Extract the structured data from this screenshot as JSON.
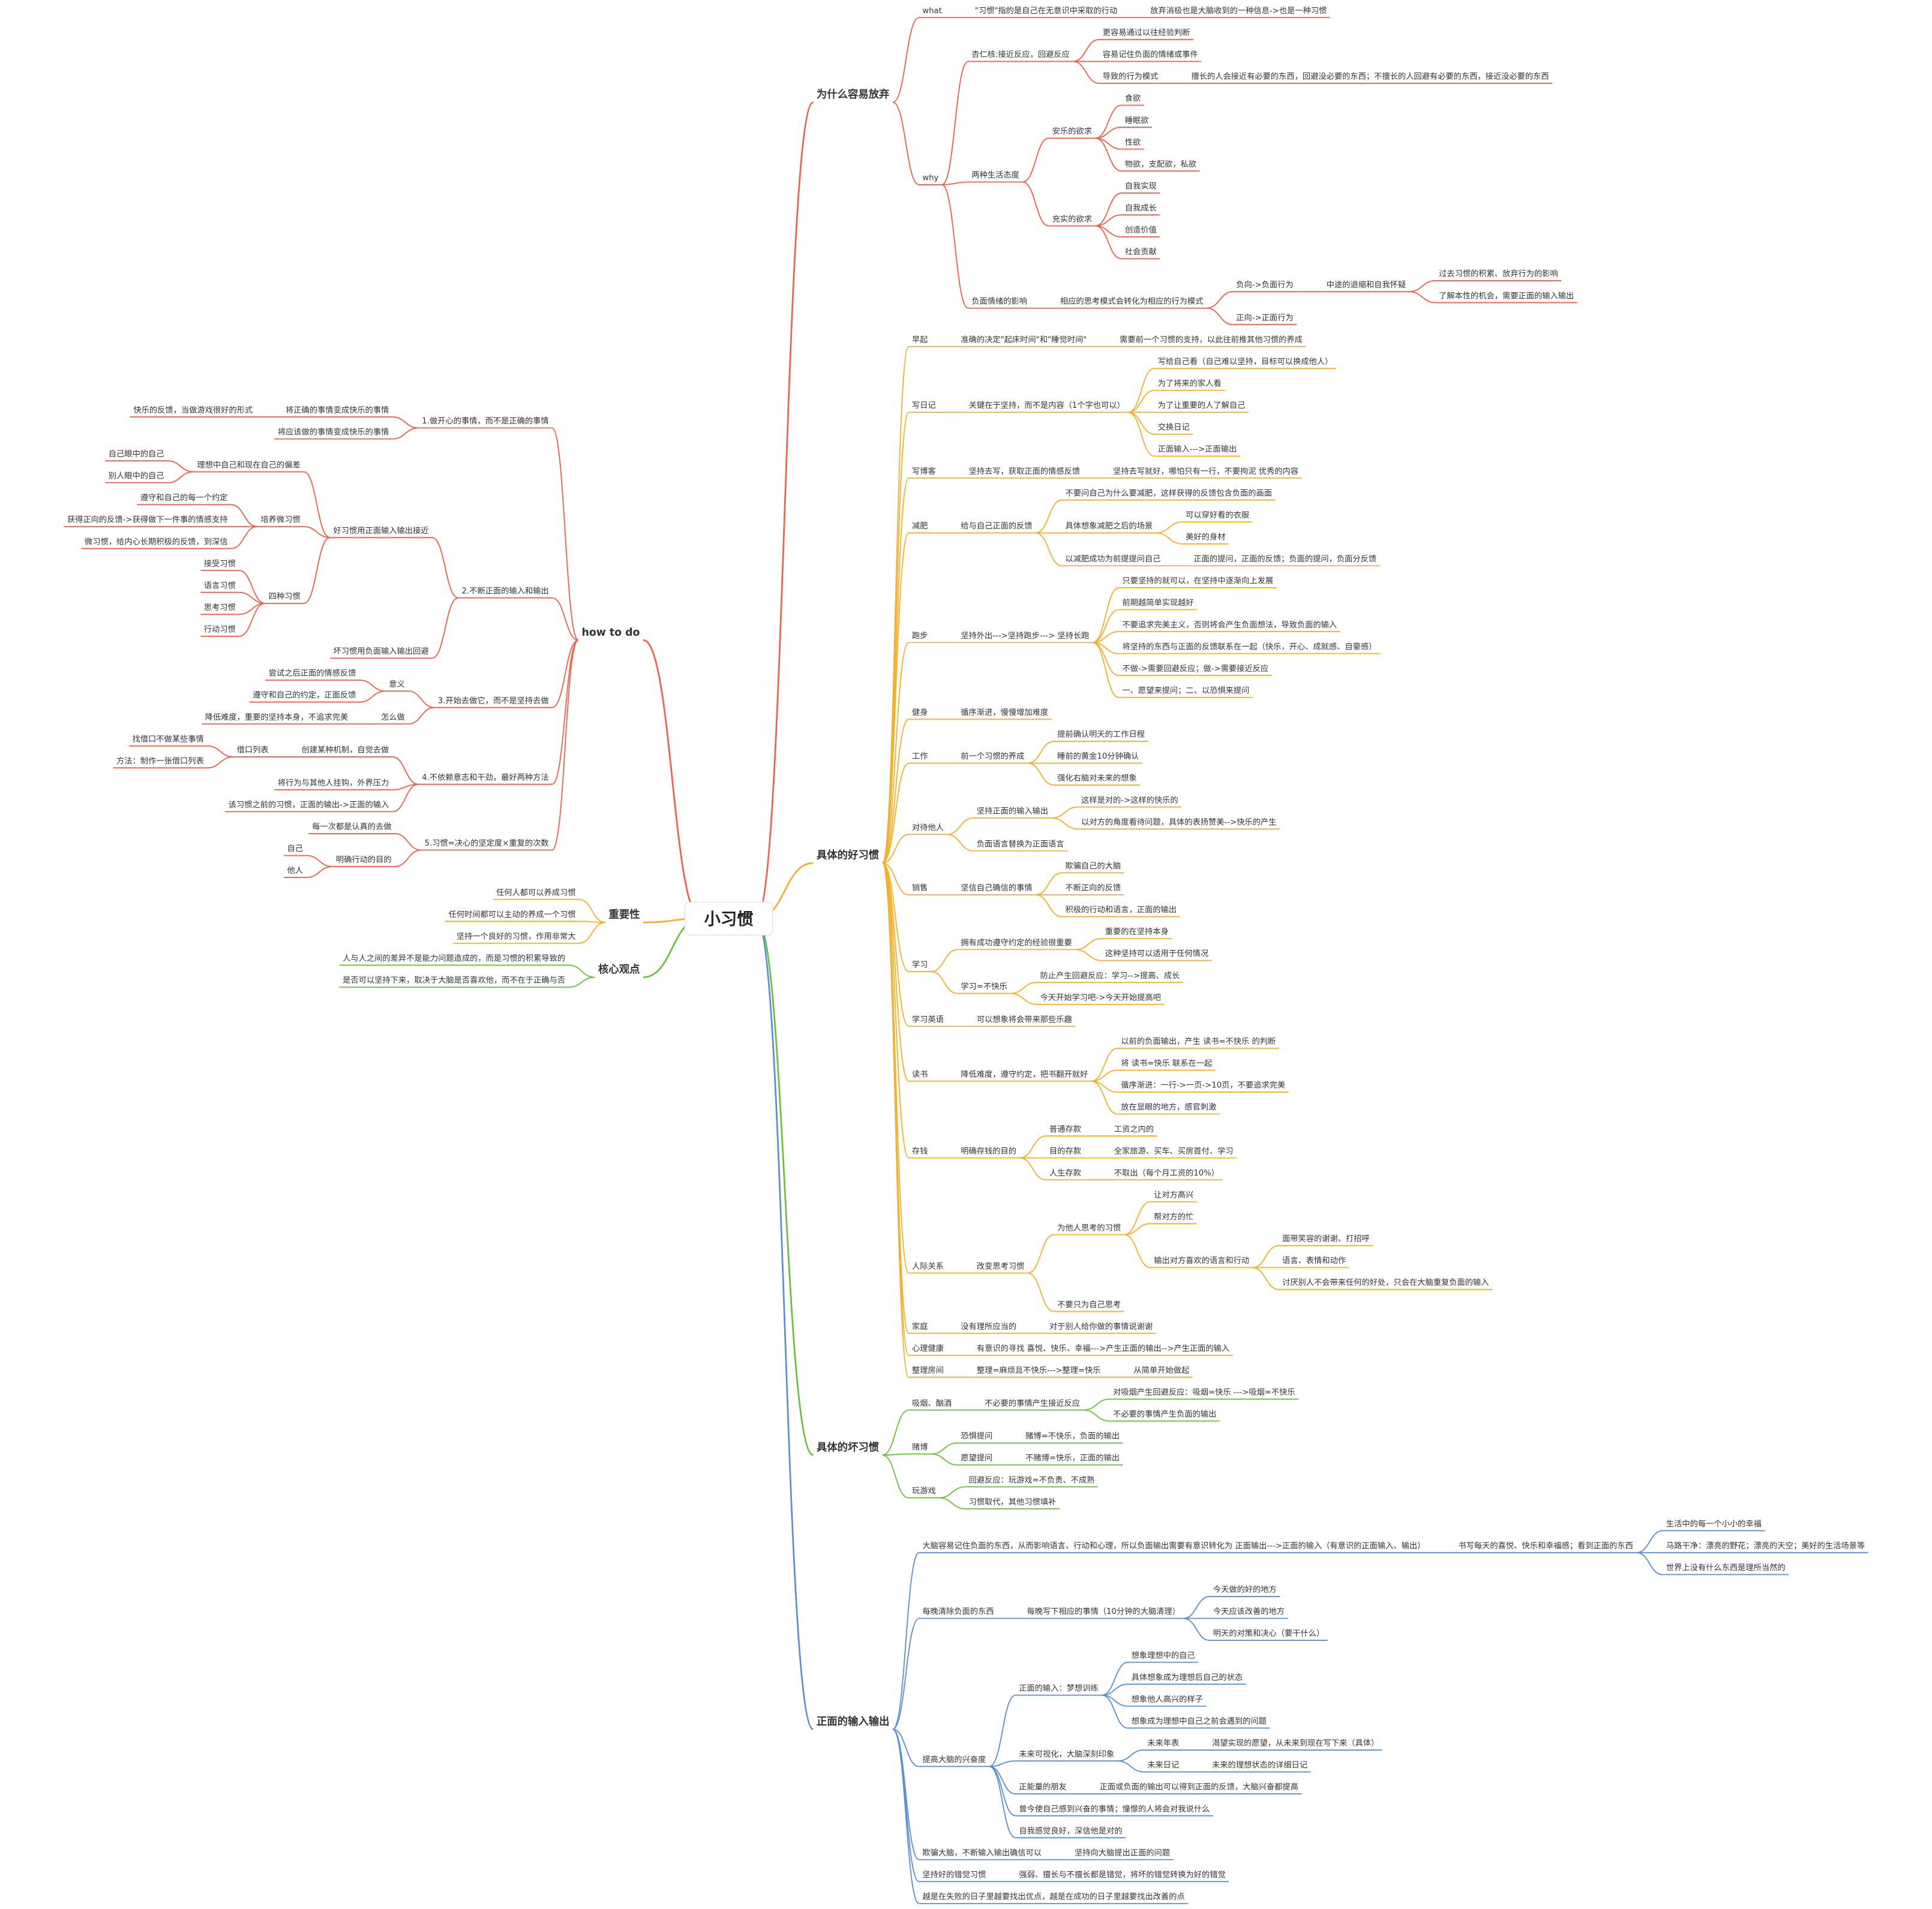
{
  "colors": {
    "branch1": "#f0604a",
    "branch2": "#f5b02b",
    "branch3": "#6cbf3e",
    "branch4": "#5a8fd6",
    "branch5": "#f0604a",
    "branch6": "#f5b02b",
    "branch7": "#6cbf3e",
    "text": "#333333",
    "root_bg": "#ffffff"
  },
  "root": "小习惯",
  "right": [
    {
      "t": "为什么容易放弃",
      "c": [
        {
          "t": "what",
          "c": [
            {
              "t": "\"习惯\"指的是自己在无意识中采取的行动",
              "c": [
                {
                  "t": "放弃消极也是大脑收到的一种信息->也是一种习惯"
                }
              ]
            }
          ]
        },
        {
          "t": "why",
          "c": [
            {
              "t": "杏仁核:接近反应，回避反应",
              "c": [
                {
                  "t": "更容易通过以往经验判断"
                },
                {
                  "t": "容易记住负面的情绪或事件"
                },
                {
                  "t": "导致的行为模式",
                  "c": [
                    {
                      "t": "擅长的人会接近有必要的东西，回避没必要的东西；不擅长的人回避有必要的东西，接近没必要的东西"
                    }
                  ]
                }
              ]
            },
            {
              "t": "两种生活态度",
              "c": [
                {
                  "t": "安乐的欲求",
                  "c": [
                    {
                      "t": "食欲"
                    },
                    {
                      "t": "睡眠欲"
                    },
                    {
                      "t": "性欲"
                    },
                    {
                      "t": "物欲，支配欲，私欲"
                    }
                  ]
                },
                {
                  "t": "充实的欲求",
                  "c": [
                    {
                      "t": "自我实现"
                    },
                    {
                      "t": "自我成长"
                    },
                    {
                      "t": "创造价值"
                    },
                    {
                      "t": "社会贡献"
                    }
                  ]
                }
              ]
            },
            {
              "t": "负面情绪的影响",
              "c": [
                {
                  "t": "相应的思考模式会转化为相应的行为模式",
                  "c": [
                    {
                      "t": "负向->负面行为",
                      "c": [
                        {
                          "t": "中途的退缩和自我怀疑",
                          "c": [
                            {
                              "t": "过去习惯的积累、放弃行为的影响"
                            },
                            {
                              "t": "了解本性的机会，需要正面的输入输出"
                            }
                          ]
                        }
                      ]
                    },
                    {
                      "t": "正向->正面行为"
                    }
                  ]
                }
              ]
            }
          ]
        }
      ]
    },
    {
      "t": "具体的好习惯",
      "c": [
        {
          "t": "早起",
          "c": [
            {
              "t": "准确的决定\"起床时间\"和\"睡觉时间\"",
              "c": [
                {
                  "t": "需要前一个习惯的支持，以此往前推其他习惯的养成"
                }
              ]
            }
          ]
        },
        {
          "t": "写日记",
          "c": [
            {
              "t": "关键在于坚持，而不是内容（1个字也可以）",
              "c": [
                {
                  "t": "写给自己看（自己难以坚持，目标可以换成他人）"
                },
                {
                  "t": "为了将来的家人看"
                },
                {
                  "t": "为了让重要的人了解自己"
                },
                {
                  "t": "交换日记"
                },
                {
                  "t": "正面输入--->正面输出"
                }
              ]
            }
          ]
        },
        {
          "t": "写博客",
          "c": [
            {
              "t": "坚持去写，获取正面的情感反馈",
              "c": [
                {
                  "t": "坚持去写就好，哪怕只有一行，不要拘泥 优秀的内容"
                }
              ]
            }
          ]
        },
        {
          "t": "减肥",
          "c": [
            {
              "t": "给与自己正面的反馈",
              "c": [
                {
                  "t": "不要问自己为什么要减肥，这样获得的反馈包含负面的画面"
                },
                {
                  "t": "具体想象减肥之后的场景",
                  "c": [
                    {
                      "t": "可以穿好看的衣服"
                    },
                    {
                      "t": "美好的身材"
                    }
                  ]
                },
                {
                  "t": "以减肥成功为前提提问自己",
                  "c": [
                    {
                      "t": "正面的提问，正面的反馈；负面的提问，负面分反馈"
                    }
                  ]
                }
              ]
            }
          ]
        },
        {
          "t": "跑步",
          "c": [
            {
              "t": "坚持外出--->坚持跑步---> 坚持长跑",
              "c": [
                {
                  "t": "只要坚持的就可以，在坚持中逐渐向上发展"
                },
                {
                  "t": "前期越简单实现越好"
                },
                {
                  "t": "不要追求完美主义，否则将会产生负面想法，导致负面的输入"
                },
                {
                  "t": "将坚持的东西与正面的反馈联系在一起（快乐，开心、成就感、自豪感）"
                },
                {
                  "t": "不做->需要回避反应；做->需要接近反应"
                },
                {
                  "t": "一、愿望来提问；二、以恐惧来提问"
                }
              ]
            }
          ]
        },
        {
          "t": "健身",
          "c": [
            {
              "t": "循序渐进，慢慢增加难度"
            }
          ]
        },
        {
          "t": "工作",
          "c": [
            {
              "t": "前一个习惯的养成",
              "c": [
                {
                  "t": "提前确认明天的工作日程"
                },
                {
                  "t": "睡前的黄金10分钟确认"
                },
                {
                  "t": "强化右脑对未来的想象"
                }
              ]
            }
          ]
        },
        {
          "t": "对待他人",
          "c": [
            {
              "t": "坚持正面的输入输出",
              "c": [
                {
                  "t": "这样是对的->这样的快乐的"
                },
                {
                  "t": "以对方的角度看待问题，具体的表扬赞美-->快乐的产生"
                }
              ]
            },
            {
              "t": "负面语言替换为正面语言"
            }
          ]
        },
        {
          "t": "销售",
          "c": [
            {
              "t": "坚信自己确信的事情",
              "c": [
                {
                  "t": "欺骗自己的大脑"
                },
                {
                  "t": "不断正向的反馈"
                },
                {
                  "t": "积极的行动和语言，正面的输出"
                }
              ]
            }
          ]
        },
        {
          "t": "学习",
          "c": [
            {
              "t": "拥有成功遵守约定的经验很重要",
              "c": [
                {
                  "t": "重要的在坚持本身"
                },
                {
                  "t": "这种坚持可以适用于任何情况"
                }
              ]
            },
            {
              "t": "学习=不快乐",
              "c": [
                {
                  "t": "防止产生回避反应：学习-->提高、成长"
                },
                {
                  "t": "今天开始学习吧->今天开始提高吧"
                }
              ]
            }
          ]
        },
        {
          "t": "学习英语",
          "c": [
            {
              "t": "可以想象将会带来那些乐趣"
            }
          ]
        },
        {
          "t": "读书",
          "c": [
            {
              "t": "降低难度，遵守约定，把书翻开就好",
              "c": [
                {
                  "t": "以前的负面输出，产生 读书=不快乐 的判断"
                },
                {
                  "t": "将 读书=快乐 联系在一起"
                },
                {
                  "t": "循序渐进：一行->一页->10页，不要追求完美"
                },
                {
                  "t": "放在显眼的地方，感官刺激"
                }
              ]
            }
          ]
        },
        {
          "t": "存钱",
          "c": [
            {
              "t": "明确存钱的目的",
              "c": [
                {
                  "t": "普通存款",
                  "c": [
                    {
                      "t": "工资之内的"
                    }
                  ]
                },
                {
                  "t": "目的存款",
                  "c": [
                    {
                      "t": "全家旅游、买车、买房首付、学习"
                    }
                  ]
                },
                {
                  "t": "人生存款",
                  "c": [
                    {
                      "t": "不取出（每个月工资的10%）"
                    }
                  ]
                }
              ]
            }
          ]
        },
        {
          "t": "人际关系",
          "c": [
            {
              "t": "改变思考习惯",
              "c": [
                {
                  "t": "为他人思考的习惯",
                  "c": [
                    {
                      "t": "让对方高兴"
                    },
                    {
                      "t": "帮对方的忙"
                    },
                    {
                      "t": "输出对方喜欢的语言和行动",
                      "c": [
                        {
                          "t": "面带笑容的谢谢、打招呼"
                        },
                        {
                          "t": "语言、表情和动作"
                        },
                        {
                          "t": "讨厌别人不会带来任何的好处，只会在大脑重复负面的输入"
                        }
                      ]
                    }
                  ]
                },
                {
                  "t": "不要只为自己思考"
                }
              ]
            }
          ]
        },
        {
          "t": "家庭",
          "c": [
            {
              "t": "没有理所应当的",
              "c": [
                {
                  "t": "对于别人给你做的事情说谢谢"
                }
              ]
            }
          ]
        },
        {
          "t": "心理健康",
          "c": [
            {
              "t": "有意识的寻找 喜悦、快乐、幸福--->产生正面的输出-->产生正面的输入"
            }
          ]
        },
        {
          "t": "整理房间",
          "c": [
            {
              "t": "整理=麻烦且不快乐--->整理=快乐",
              "c": [
                {
                  "t": "从简单开始做起"
                }
              ]
            }
          ]
        }
      ]
    },
    {
      "t": "具体的坏习惯",
      "c": [
        {
          "t": "吸烟、酗酒",
          "c": [
            {
              "t": "不必要的事情产生接近反应",
              "c": [
                {
                  "t": "对吸烟产生回避反应：吸烟=快乐 --->吸烟=不快乐"
                },
                {
                  "t": "不必要的事情产生负面的输出"
                }
              ]
            }
          ]
        },
        {
          "t": "赌博",
          "c": [
            {
              "t": "恐惧提问",
              "c": [
                {
                  "t": "赌博=不快乐，负面的输出"
                }
              ]
            },
            {
              "t": "愿望提问",
              "c": [
                {
                  "t": "不赌博=快乐，正面的输出"
                }
              ]
            }
          ]
        },
        {
          "t": "玩游戏",
          "c": [
            {
              "t": "回避反应：玩游戏=不负责、不成熟"
            },
            {
              "t": "习惯取代，其他习惯填补"
            }
          ]
        }
      ]
    },
    {
      "t": "正面的输入输出",
      "c": [
        {
          "t": "大脑容易记住负面的东西，从而影响语言、行动和心理，所以负面输出需要有意识转化为 正面输出--->正面的输入（有意识的正面输入、输出）",
          "c": [
            {
              "t": "书写每天的喜悦、快乐和幸福感；看到正面的东西",
              "c": [
                {
                  "t": "生活中的每一个小小的幸福"
                },
                {
                  "t": "马路干净：漂亮的野花；漂亮的天空；美好的生活场景等"
                },
                {
                  "t": "世界上没有什么东西是理所当然的"
                }
              ]
            }
          ]
        },
        {
          "t": "每晚清除负面的东西",
          "c": [
            {
              "t": "每晚写下相应的事情（10分钟的大脑清理）",
              "c": [
                {
                  "t": "今天做的好的地方"
                },
                {
                  "t": "今天应该改善的地方"
                },
                {
                  "t": "明天的对策和决心（要干什么）"
                }
              ]
            }
          ]
        },
        {
          "t": "提高大脑的兴奋度",
          "c": [
            {
              "t": "正面的输入：梦想训练",
              "c": [
                {
                  "t": "想象理想中的自己"
                },
                {
                  "t": "具体想象成为理想后自己的状态"
                },
                {
                  "t": "想象他人高兴的样子"
                },
                {
                  "t": "想象成为理想中自己之前会遇到的问题"
                }
              ]
            },
            {
              "t": "未来可视化，大脑深刻印象",
              "c": [
                {
                  "t": "未来年表",
                  "c": [
                    {
                      "t": "渴望实现的愿望，从未来到现在写下来（具体）"
                    }
                  ]
                },
                {
                  "t": "未来日记",
                  "c": [
                    {
                      "t": "未来的理想状态的详细日记"
                    }
                  ]
                }
              ]
            },
            {
              "t": "正能量的朋友",
              "c": [
                {
                  "t": "正面或负面的输出可以得到正面的反馈，大脑兴奋都提高"
                }
              ]
            },
            {
              "t": "曾今使自己感到兴奋的事情；憧憬的人将会对我说什么"
            },
            {
              "t": "自我感觉良好，深信他是对的"
            }
          ]
        },
        {
          "t": "欺骗大脑，不断输入输出确信可以",
          "c": [
            {
              "t": "坚持向大脑提出正面的问题"
            }
          ]
        },
        {
          "t": "坚持好的错觉习惯",
          "c": [
            {
              "t": "强弱、擅长与不擅长都是错觉，将坏的错觉转换为好的错觉"
            }
          ]
        },
        {
          "t": "越是在失败的日子里越要找出优点，越是在成功的日子里越要找出改善的点"
        }
      ]
    }
  ],
  "left": [
    {
      "t": "how to do",
      "c": [
        {
          "t": "1.做开心的事情，而不是正确的事情",
          "c": [
            {
              "t": "将正确的事情变成快乐的事情",
              "c": [
                {
                  "t": "快乐的反馈，当做游戏很好的形式"
                }
              ]
            },
            {
              "t": "将应该做的事情变成快乐的事情"
            }
          ]
        },
        {
          "t": "2.不断正面的输入和输出",
          "c": [
            {
              "t": "好习惯用正面输入输出接近",
              "c": [
                {
                  "t": "理想中自己和现在自己的偏差",
                  "c": [
                    {
                      "t": "自己眼中的自己"
                    },
                    {
                      "t": "别人眼中的自己"
                    }
                  ]
                },
                {
                  "t": "培养微习惯",
                  "c": [
                    {
                      "t": "遵守和自己的每一个约定"
                    },
                    {
                      "t": "获得正向的反馈->获得做下一件事的情感支持"
                    },
                    {
                      "t": "微习惯，给内心长期积极的反馈，到深信"
                    }
                  ]
                },
                {
                  "t": "四种习惯",
                  "c": [
                    {
                      "t": "接受习惯"
                    },
                    {
                      "t": "语言习惯"
                    },
                    {
                      "t": "思考习惯"
                    },
                    {
                      "t": "行动习惯"
                    }
                  ]
                }
              ]
            },
            {
              "t": "坏习惯用负面输入输出回避"
            }
          ]
        },
        {
          "t": "3.开始去做它，而不是坚持去做",
          "c": [
            {
              "t": "意义",
              "c": [
                {
                  "t": "尝试之后正面的情感反馈"
                },
                {
                  "t": "遵守和自己的约定，正面反馈"
                }
              ]
            },
            {
              "t": "怎么做",
              "c": [
                {
                  "t": "降低难度，重要的坚持本身，不追求完美"
                }
              ]
            }
          ]
        },
        {
          "t": "4.不依赖意志和干劲，最好两种方法",
          "c": [
            {
              "t": "创建某种机制，自觉去做",
              "c": [
                {
                  "t": "借口列表",
                  "c": [
                    {
                      "t": "找借口不做某些事情"
                    },
                    {
                      "t": "方法：制作一张借口列表"
                    }
                  ]
                }
              ]
            },
            {
              "t": "将行为与其他人挂钩，外界压力"
            },
            {
              "t": "该习惯之前的习惯，正面的输出->正面的输入"
            }
          ]
        },
        {
          "t": "5.习惯=决心的坚定度×重复的次数",
          "c": [
            {
              "t": "每一次都是认真的去做"
            },
            {
              "t": "明确行动的目的",
              "c": [
                {
                  "t": "自己"
                },
                {
                  "t": "他人"
                }
              ]
            }
          ]
        }
      ]
    },
    {
      "t": "重要性",
      "c": [
        {
          "t": "任何人都可以养成习惯"
        },
        {
          "t": "任何时间都可以主动的养成一个习惯"
        },
        {
          "t": "坚持一个良好的习惯，作用非常大"
        }
      ]
    },
    {
      "t": "核心观点",
      "c": [
        {
          "t": "人与人之间的差异不是能力问题造成的，而是习惯的积累导致的"
        },
        {
          "t": "是否可以坚持下来，取决于大脑是否喜欢他，而不在于正确与否"
        }
      ]
    }
  ]
}
